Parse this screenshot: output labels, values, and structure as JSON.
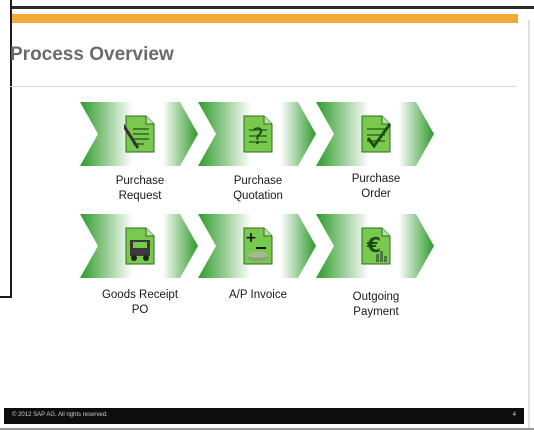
{
  "slide": {
    "title": "Process Overview"
  },
  "steps": [
    {
      "line1": "Purchase",
      "line2": "Request",
      "icon": "pen-document-icon"
    },
    {
      "line1": "Purchase",
      "line2": "Quotation",
      "icon": "question-document-icon"
    },
    {
      "line1": "Purchase",
      "line2": "Order",
      "icon": "checkmark-document-icon"
    },
    {
      "line1": "Goods Receipt",
      "line2": "PO",
      "icon": "truck-document-icon"
    },
    {
      "line1": "A/P Invoice",
      "line2": "",
      "icon": "coins-document-icon"
    },
    {
      "line1": "Outgoing",
      "line2": "Payment",
      "icon": "euro-document-icon"
    }
  ],
  "footer": {
    "copyright": "© 2012 SAP AG. All rights reserved.",
    "page": "4"
  },
  "colors": {
    "accent": "#f2a93b",
    "chevron_green": "#3aa935",
    "doc_green": "#6cc04a"
  }
}
